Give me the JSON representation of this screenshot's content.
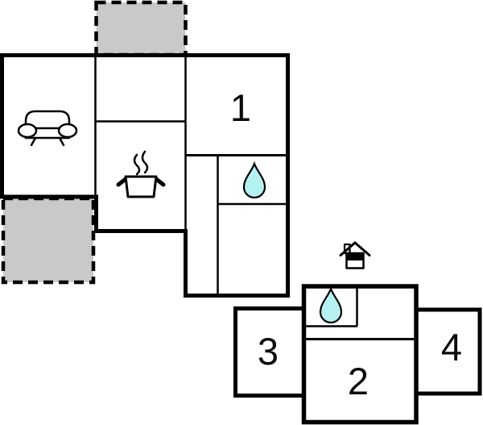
{
  "colors": {
    "wall": "#000000",
    "room_fill": "#ffffff",
    "terrace_fill": "#c9c9c9",
    "water_fill": "#b6f1f1",
    "steam": "#999999",
    "label": "#0a0a0a"
  },
  "rooms": {
    "room_1": {
      "label": "1"
    },
    "room_2": {
      "label": "2"
    },
    "room_3": {
      "label": "3"
    },
    "room_4": {
      "label": "4"
    }
  },
  "icons": {
    "sofa": "sofa-icon",
    "cooking_pot": "cooking-pot-icon",
    "water_drop_upper": "water-drop-icon",
    "water_drop_lower": "water-drop-icon",
    "house_entrance": "house-entrance-icon"
  }
}
